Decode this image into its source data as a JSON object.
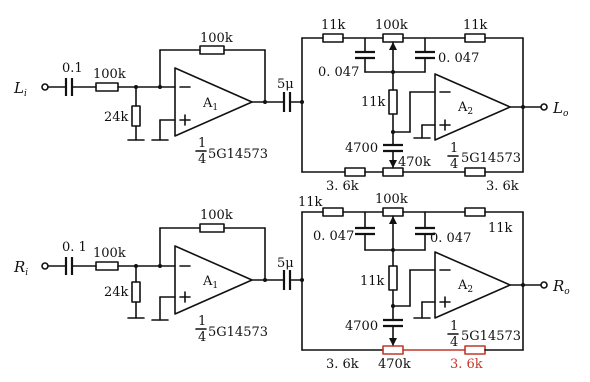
{
  "top": {
    "input_label": "L",
    "input_sub": "i",
    "output_label": "L",
    "output_sub": "o",
    "c_in": "0.1",
    "r_in": "100k",
    "r_gnd": "24k",
    "r_fb": "100k",
    "op1_label": "A",
    "op1_sub": "1",
    "op1_part_num": "1",
    "op1_part_den": "4",
    "op1_part": "5G14573",
    "c_couple": "5μ",
    "r_top_left": "11k",
    "pot_top": "100k",
    "r_top_right": "11k",
    "c_left": "0. 047",
    "c_right": "0. 047",
    "r_mid": "11k",
    "c_bottom": "4700",
    "pot_bottom": "470k",
    "r_bot_left": "3. 6k",
    "r_bot_right": "3. 6k",
    "op2_label": "A",
    "op2_sub": "2",
    "op2_part_num": "1",
    "op2_part_den": "4",
    "op2_part": "5G14573"
  },
  "bottom": {
    "input_label": "R",
    "input_sub": "i",
    "output_label": "R",
    "output_sub": "o",
    "c_in": "0. 1",
    "r_in": "100k",
    "r_gnd": "24k",
    "r_fb": "100k",
    "op1_label": "A",
    "op1_sub": "1",
    "op1_part_num": "1",
    "op1_part_den": "4",
    "op1_part": "5G14573",
    "c_couple": "5μ",
    "r_top_left": "11k",
    "pot_top": "100k",
    "r_top_right": "11k",
    "c_left": "0. 047",
    "c_right": "0. 047",
    "r_mid": "11k",
    "c_bottom": "4700",
    "pot_bottom": "470k",
    "r_bot_left": "3. 6k",
    "r_bot_right": "3. 6k",
    "op2_label": "A",
    "op2_sub": "2",
    "op2_part_num": "1",
    "op2_part_den": "4",
    "op2_part": "5G14573"
  }
}
